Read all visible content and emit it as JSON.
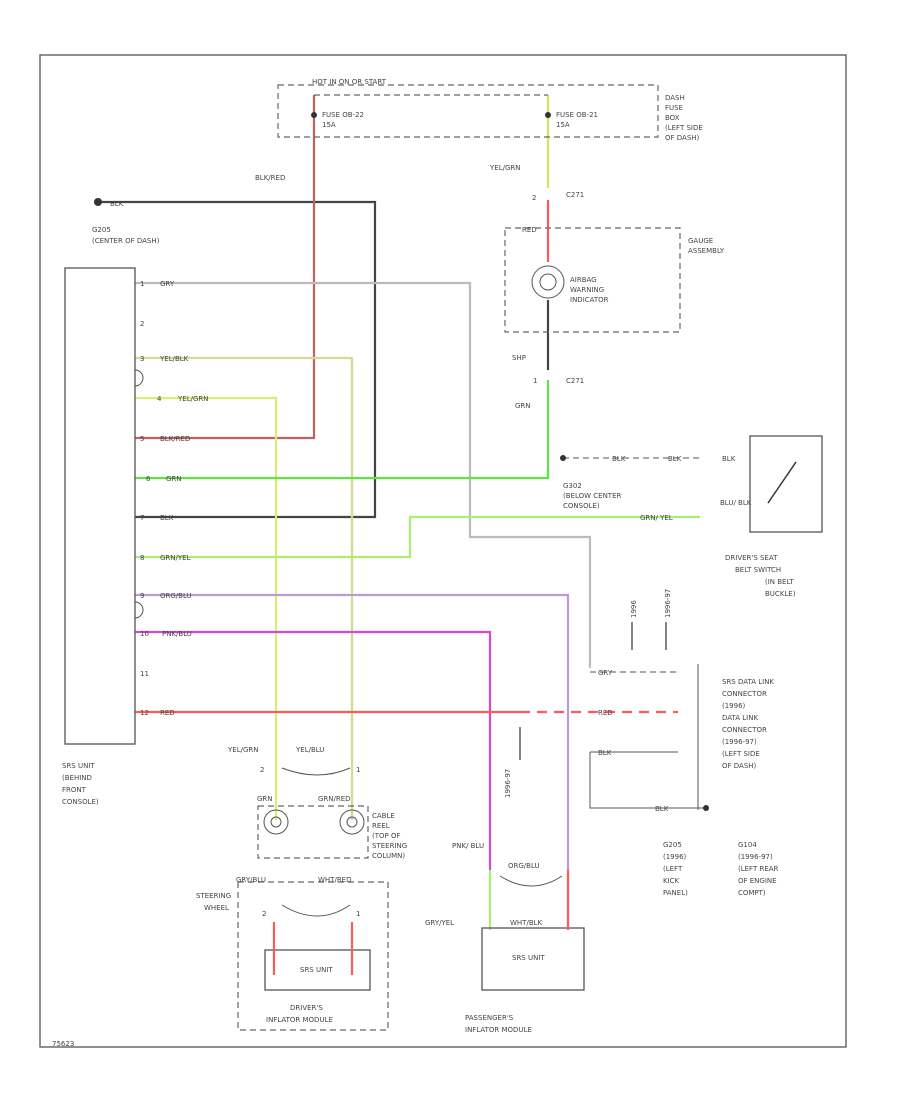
{
  "fuse_box": {
    "header": "HOT IN ON OR START",
    "fuse_left": "FUSE OB-22",
    "fuse_left_amp": "15A",
    "fuse_right": "FUSE OB-21",
    "fuse_right_amp": "15A",
    "location": [
      "DASH",
      "FUSE",
      "BOX",
      "(LEFT SIDE",
      "OF DASH)"
    ]
  },
  "gauge": {
    "label": [
      "GAUGE",
      "ASSEMBLY"
    ],
    "indicator": [
      "AIRBAG",
      "WARNING",
      "INDICATOR"
    ]
  },
  "connectors": {
    "c271_top": "C271",
    "c271_bottom": "C271",
    "pin_2": "2",
    "pin_1": "1",
    "shp": "SHP"
  },
  "ground_top": "BLK",
  "g205": [
    "G205",
    "(CENTER OF DASH)"
  ],
  "g302": [
    "G302",
    "(BELOW CENTER",
    "CONSOLE)"
  ],
  "srs_unit": {
    "label": [
      "SRS UNIT",
      "(BEHIND",
      "FRONT",
      "CONSOLE)"
    ],
    "pins": [
      {
        "num": "1",
        "color": "GRY"
      },
      {
        "num": "2",
        "color": ""
      },
      {
        "num": "3",
        "color": "YEL/BLK"
      },
      {
        "num": "4",
        "color": "YEL/GRN"
      },
      {
        "num": "5",
        "color": "BLK/RED"
      },
      {
        "num": "6",
        "color": "GRN"
      },
      {
        "num": "7",
        "color": "BLK"
      },
      {
        "num": "8",
        "color": "GRN/YEL"
      },
      {
        "num": "9",
        "color": "ORG/BLU"
      },
      {
        "num": "10",
        "color": "PNK/BLU"
      },
      {
        "num": "11",
        "color": ""
      },
      {
        "num": "12",
        "color": "RED"
      }
    ]
  },
  "wire_labels": {
    "blk_red": "BLK/RED",
    "yel_grn": "YEL/GRN",
    "red": "RED",
    "grn": "GRN",
    "blk1": "BLK",
    "blk2": "BLK",
    "blk3": "BLK",
    "blu_blk": "BLU/ BLK",
    "grn_yel": "GRN/ YEL",
    "gry": "GRY",
    "red2": "RED",
    "blk4": "BLK",
    "blk5": "BLK",
    "year_9697": "1996-97",
    "yel_grn_b": "YEL/GRN",
    "yel_blu": "YEL/BLU",
    "grn2": "GRN",
    "grn_red": "GRN/RED",
    "gry_blu": "GRY/BLU",
    "wht_red": "WHT/RED",
    "pnk_blu": "PNK/ BLU",
    "org_blu": "ORG/BLU",
    "gry_yel": "GRY/YEL",
    "wht_blk": "WHT/BLK",
    "pin2a": "2",
    "pin1a": "1",
    "pin2b": "2",
    "pin1b": "1"
  },
  "seat_belt": [
    "DRIVER'S SEAT",
    "BELT SWITCH",
    "(IN BELT",
    "BUCKLE)"
  ],
  "dlc": {
    "years": [
      "1996",
      "1996-97"
    ],
    "label": [
      "SRS DATA LINK",
      "CONNECTOR",
      "(1996)",
      "DATA LINK",
      "CONNECTOR",
      "(1996-97)",
      "(LEFT SIDE",
      "OF DASH)"
    ]
  },
  "ground_bottom": [
    "G205",
    "(1996)",
    "(LEFT",
    "KICK",
    "PANEL)"
  ],
  "ground_bottom2": [
    "G104",
    "(1996-97)",
    "(LEFT REAR",
    "OF ENGINE",
    "COMPT)"
  ],
  "cable_reel": [
    "CABLE",
    "REEL",
    "(TOP OF",
    "STEERING",
    "COLUMN)"
  ],
  "steering": [
    "STEERING",
    "WHEEL"
  ],
  "driver_inflator": [
    "DRIVER'S",
    "INFLATOR MODULE"
  ],
  "passenger_inflator": [
    "PASSENGER'S",
    "INFLATOR MODULE"
  ],
  "module_mark": "SRS UNIT",
  "diagram_id": "75623",
  "colors": {
    "red": "#ff5a5a",
    "green": "#66e04a",
    "yellow": "#d8d860",
    "yellow_green": "#c8e860",
    "purple": "#c08ad8",
    "magenta": "#d24ad2",
    "black": "#333333",
    "gray": "#b8b8b8",
    "blk_red": "#c06060"
  }
}
